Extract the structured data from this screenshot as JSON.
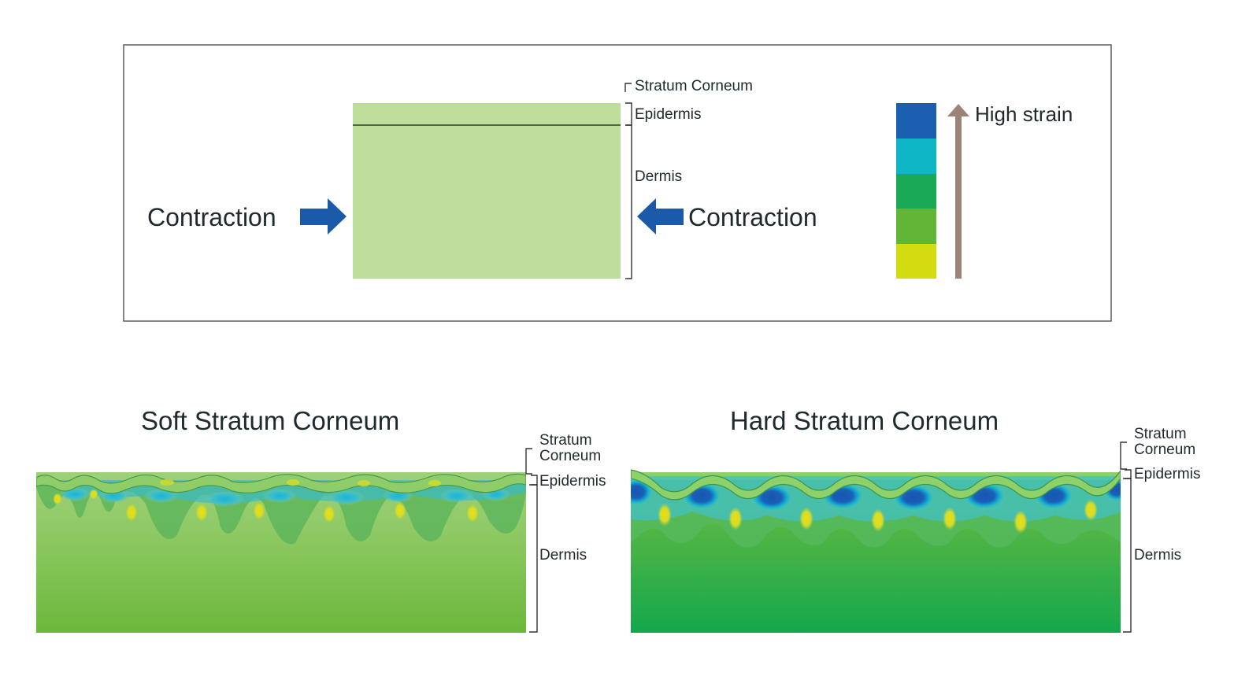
{
  "top_panel": {
    "labels": {
      "stratum_corneum": "Stratum Corneum",
      "epidermis": "Epidermis",
      "dermis": "Dermis",
      "contraction_left": "Contraction",
      "contraction_right": "Contraction"
    },
    "strain_scale": {
      "label": "High strain",
      "colors_top_to_bottom": [
        "#1a5fb0",
        "#0fb6c6",
        "#1aa954",
        "#62b536",
        "#d3dc10"
      ],
      "arrow_color": "#9c8378"
    },
    "arrow_color": "#1a5aa8",
    "tissue_color": "#bedd9a"
  },
  "bottom_left": {
    "title": "Soft Stratum Corneum",
    "labels": {
      "stratum_corneum": "Stratum\nCorneum",
      "stratum_corneum_line1": "Stratum",
      "stratum_corneum_line2": "Corneum",
      "epidermis": "Epidermis",
      "dermis": "Dermis"
    }
  },
  "bottom_right": {
    "title": "Hard Stratum Corneum",
    "labels": {
      "stratum_corneum_line1": "Stratum",
      "stratum_corneum_line2": "Corneum",
      "epidermis": "Epidermis",
      "dermis": "Dermis"
    }
  }
}
